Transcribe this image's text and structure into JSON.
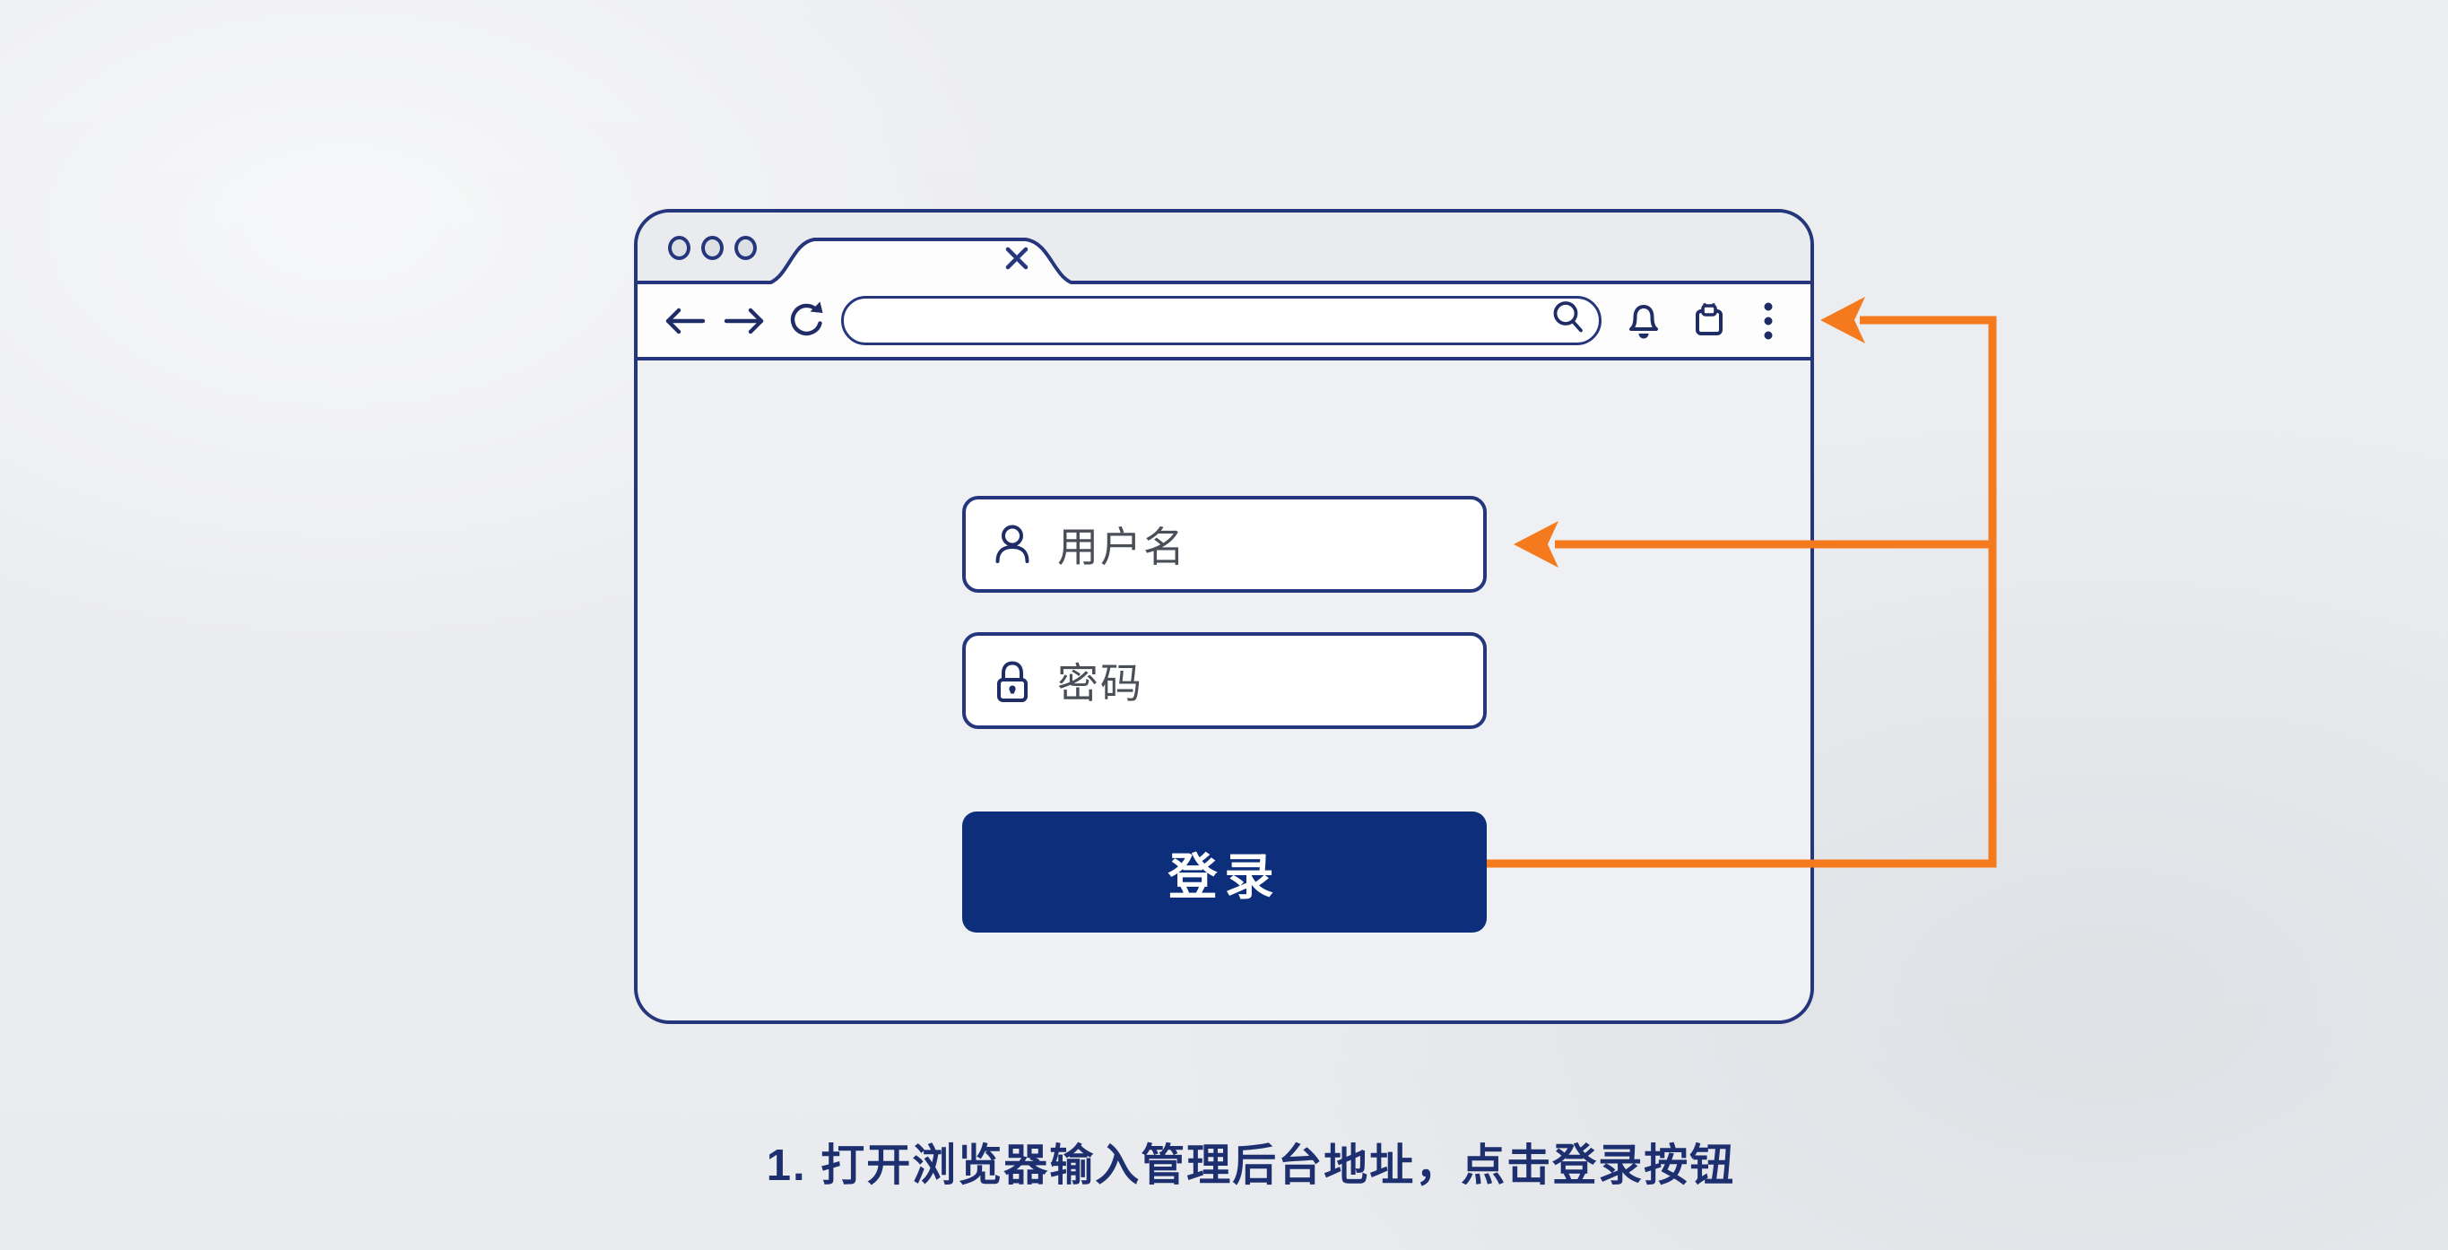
{
  "page": {
    "caption": "1. 打开浏览器输入管理后台地址，点击登录按钮"
  },
  "browser": {
    "titlebar": {
      "window_controls_count": 3,
      "tab": {
        "close_icon": "×"
      }
    },
    "toolbar": {
      "back_icon": "left-arrow",
      "forward_icon": "right-arrow",
      "refresh_icon": "clockwise-arrow",
      "address_bar": {
        "value": "",
        "placeholder": ""
      },
      "search_icon": "magnifier",
      "bell_icon": "notification-bell",
      "clipboard_icon": "clipboard",
      "menu_icon": "kebab-three-dots"
    },
    "login_form": {
      "username_placeholder": "用户名",
      "username_icon": "user-silhouette",
      "password_placeholder": "密码",
      "password_icon": "padlock",
      "login_button_label": "登录"
    }
  },
  "annotations": {
    "arrow_color": "#f5791d",
    "targets": [
      "browser-toolbar",
      "username-field"
    ],
    "source": "login-button"
  },
  "colors": {
    "outline_navy": "#26367d",
    "button_blue": "#0d2e7b",
    "field_text_gray": "#4a4e57",
    "caption_navy": "#1d2f6f",
    "background_gray": "#edeef1",
    "orange": "#f5791d"
  }
}
